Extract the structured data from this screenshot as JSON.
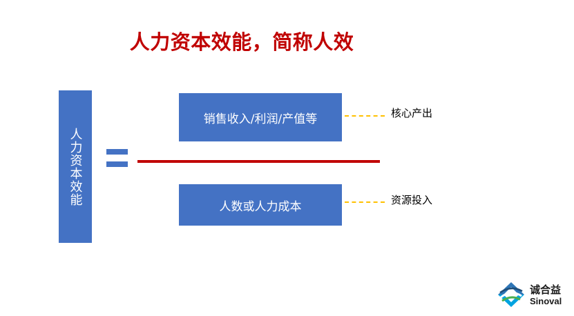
{
  "title": "人力资本效能，简称人效",
  "vertical_label": "人力资本效能",
  "numerator": {
    "label": "销售收入/利润/产值等",
    "note": "核心产出"
  },
  "denominator": {
    "label": "人数或人力成本",
    "note": "资源投入"
  },
  "logo": {
    "name_cn": "诚合益",
    "name_en": "Sinoval"
  },
  "colors": {
    "title": "#C00000",
    "box": "#4472C4",
    "fraction_line": "#C00000",
    "dash": "#FFC000"
  },
  "icons": {
    "equals": "equals-sign",
    "logo": "sinoval-logo-mark"
  }
}
